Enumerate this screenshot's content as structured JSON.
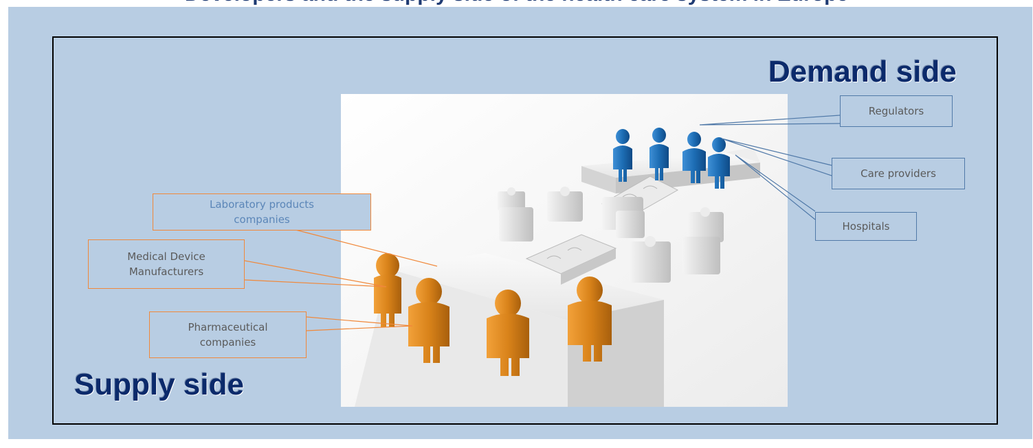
{
  "title": "Developers and the supply side of the health care system in Europe",
  "demand_side": "Demand side",
  "supply_side": "Supply side",
  "demand_labels": {
    "regulators": "Regulators",
    "care_providers": "Care providers",
    "hospitals": "Hospitals"
  },
  "supply_labels": {
    "laboratory": "Laboratory products companies",
    "medical_device": "Medical Device Manufacturers",
    "pharmaceutical": "Pharmaceutical companies"
  },
  "colors": {
    "background": "#b8cde3",
    "heading": "#0b2a6b",
    "demand_figure": "#1f6fb5",
    "supply_figure": "#d8861a",
    "demand_line": "#5079a8",
    "supply_line": "#f0883a"
  }
}
